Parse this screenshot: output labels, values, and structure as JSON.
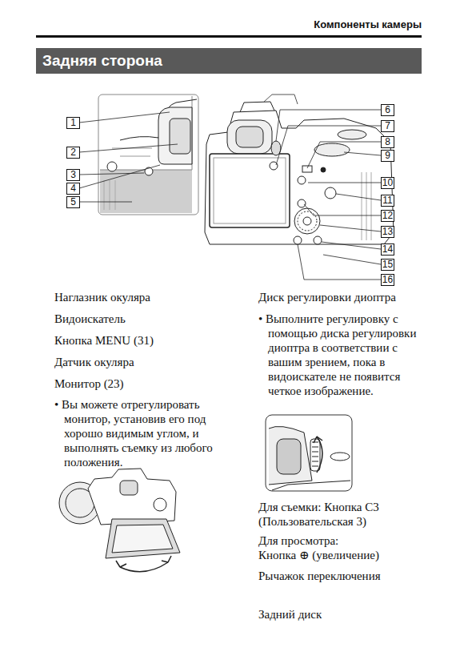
{
  "diagram": {
    "title": "Задняя сторона",
    "labels": [
      "Компоненты камеры",
      "1",
      "2",
      "3",
      "4",
      "5",
      "6",
      "7",
      "8",
      "9",
      "10",
      "11",
      "12",
      "13",
      "14",
      "15",
      "16",
      "Наглазник окуляра",
      "Видоискатель",
      "Кнопка MENU (31)",
      "Датчик окуляра",
      "Монитор (23)",
      "• Вы можете отрегулировать монитор, установив его под хорошо видимым углом, и выполнять съемку из любого положения.",
      "Диск регулировки диоптра",
      "• Выполните регулировку с помощью диска регулировки диоптра в соответствии с вашим зрением, пока в видоискателе не появится четкое изображение.",
      "Для съемки: Кнопка C3",
      "(Пользовательская 3)",
      "Для просмотра:",
      "Кнопка ⊕ (увеличение)",
      "Рычажок переключения",
      "Задний диск"
    ]
  }
}
